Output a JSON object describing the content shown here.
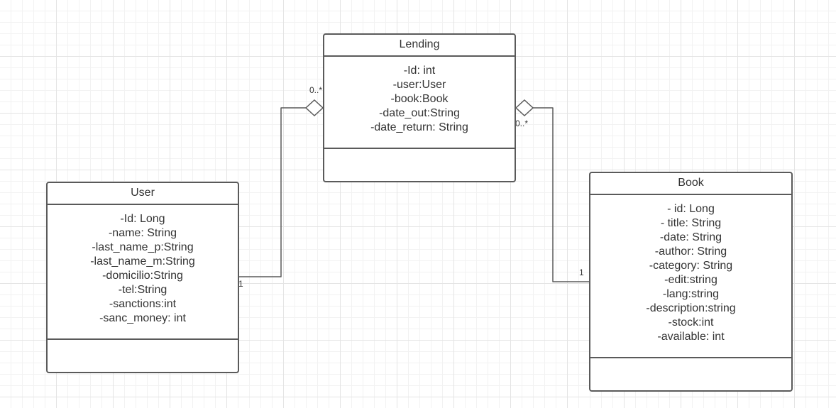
{
  "classes": {
    "lending": {
      "name": "Lending",
      "attributes": [
        "-Id: int",
        "-user:User",
        "-book:Book",
        "-date_out:String",
        "-date_return: String"
      ]
    },
    "user": {
      "name": "User",
      "attributes": [
        "-Id: Long",
        "-name: String",
        "-last_name_p:String",
        "-last_name_m:String",
        "-domicilio:String",
        "-tel:String",
        "-sanctions:int",
        "-sanc_money: int"
      ]
    },
    "book": {
      "name": "Book",
      "attributes": [
        "- id: Long",
        "- title: String",
        "-date: String",
        "-author: String",
        "-category: String",
        "-edit:string",
        "-lang:string",
        "-description:string",
        "-stock:int",
        "-available: int"
      ]
    }
  },
  "relations": {
    "user_lending": {
      "from": "User",
      "to": "Lending",
      "type": "aggregation",
      "source_multiplicity": "1",
      "target_multiplicity": "0..*"
    },
    "book_lending": {
      "from": "Book",
      "to": "Lending",
      "type": "aggregation",
      "source_multiplicity": "1",
      "target_multiplicity": "0..*"
    }
  },
  "colors": {
    "border": "#5a5a5a",
    "grid_major": "#e4e4e4",
    "grid_minor": "#f2f2f2"
  }
}
